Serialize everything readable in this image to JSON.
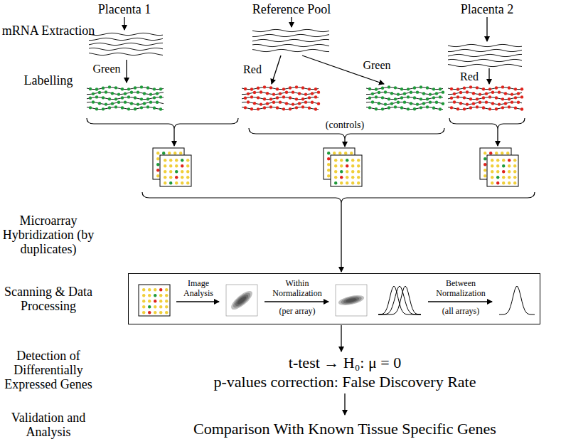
{
  "diagram": {
    "nodes": [
      {
        "text": [
          "Image Analysis",
          "Within Normalization",
          "(per array)",
          "Between Normalization",
          "(all arrays)"
        ]
      }
    ],
    "labels": [
      "mRNA Extraction",
      "Labelling",
      "Microarray Hybridization (by duplicates)",
      "Scanning & Data Processing",
      "Detection of Differentially Expressed Genes",
      "Validation and Analysis",
      "Placenta 1",
      "Reference Pool",
      "Placenta 2",
      "Green",
      "Red",
      "Green",
      "Red",
      "(controls)",
      "t-test → H₀: μ = 0",
      "p-values correction: False Discovery Rate",
      "Comparison With Known Tissue Specific Genes"
    ]
  }
}
